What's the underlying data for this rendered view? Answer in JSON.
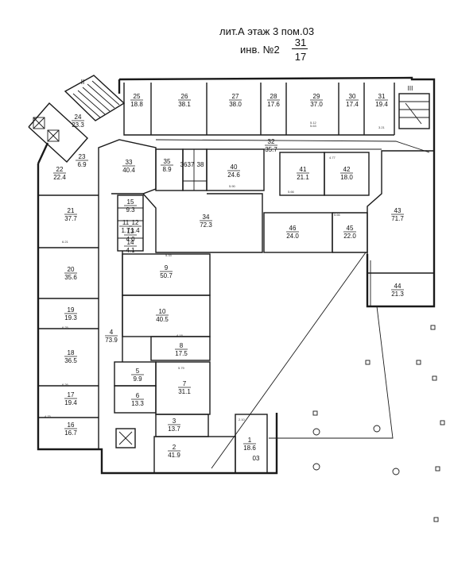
{
  "header": {
    "title": "лит.А этаж 3 пом.03",
    "inventory_prefix": "инв. №2",
    "inventory_numerator": "31",
    "inventory_denominator": "17"
  },
  "stairs": {
    "II": "II",
    "III": "III"
  },
  "section_label": "03",
  "rooms": [
    {
      "n": "1",
      "a": "18.6"
    },
    {
      "n": "2",
      "a": "41.9"
    },
    {
      "n": "3",
      "a": "13.7"
    },
    {
      "n": "4",
      "a": "73.9"
    },
    {
      "n": "5",
      "a": "9.9"
    },
    {
      "n": "6",
      "a": "13.3"
    },
    {
      "n": "7",
      "a": "31.1"
    },
    {
      "n": "8",
      "a": "17.5"
    },
    {
      "n": "9",
      "a": "50.7"
    },
    {
      "n": "10",
      "a": "40.5"
    },
    {
      "n": "11",
      "a": "1.7"
    },
    {
      "n": "12",
      "a": "1.4"
    },
    {
      "n": "13",
      "a": "4.0"
    },
    {
      "n": "14",
      "a": "4.1"
    },
    {
      "n": "15",
      "a": "9.3"
    },
    {
      "n": "16",
      "a": "16.7"
    },
    {
      "n": "17",
      "a": "19.4"
    },
    {
      "n": "18",
      "a": "36.5"
    },
    {
      "n": "19",
      "a": "19.3"
    },
    {
      "n": "20",
      "a": "35.6"
    },
    {
      "n": "21",
      "a": "37.7"
    },
    {
      "n": "22",
      "a": "22.4"
    },
    {
      "n": "23",
      "a": "6.9"
    },
    {
      "n": "24",
      "a": "23.3"
    },
    {
      "n": "25",
      "a": "18.8"
    },
    {
      "n": "26",
      "a": "38.1"
    },
    {
      "n": "27",
      "a": "38.0"
    },
    {
      "n": "28",
      "a": "17.6"
    },
    {
      "n": "29",
      "a": "37.0"
    },
    {
      "n": "30",
      "a": "17.4"
    },
    {
      "n": "31",
      "a": "19.4"
    },
    {
      "n": "32",
      "a": "35.7"
    },
    {
      "n": "33",
      "a": "40.4"
    },
    {
      "n": "34",
      "a": "72.3"
    },
    {
      "n": "35",
      "a": "8.9"
    },
    {
      "n": "36",
      "a": ""
    },
    {
      "n": "37",
      "a": ""
    },
    {
      "n": "38",
      "a": ""
    },
    {
      "n": "40",
      "a": "24.6"
    },
    {
      "n": "41",
      "a": "21.1"
    },
    {
      "n": "42",
      "a": "18.0"
    },
    {
      "n": "43",
      "a": "71.7"
    },
    {
      "n": "44",
      "a": "21.3"
    },
    {
      "n": "45",
      "a": "22.0"
    },
    {
      "n": "46",
      "a": "24.0"
    }
  ],
  "dimensions": [
    {
      "t": "5.79"
    },
    {
      "t": "6.21"
    },
    {
      "t": "6.25"
    },
    {
      "t": "6.26"
    },
    {
      "t": "5.33"
    },
    {
      "t": "5.90"
    },
    {
      "t": "5.66"
    },
    {
      "t": "4.75"
    },
    {
      "t": "5.12"
    },
    {
      "t": "3.21"
    },
    {
      "t": "2.10"
    },
    {
      "t": "5.63"
    },
    {
      "t": "4.77"
    },
    {
      "t": "5.66"
    },
    {
      "t": "4.18"
    }
  ]
}
